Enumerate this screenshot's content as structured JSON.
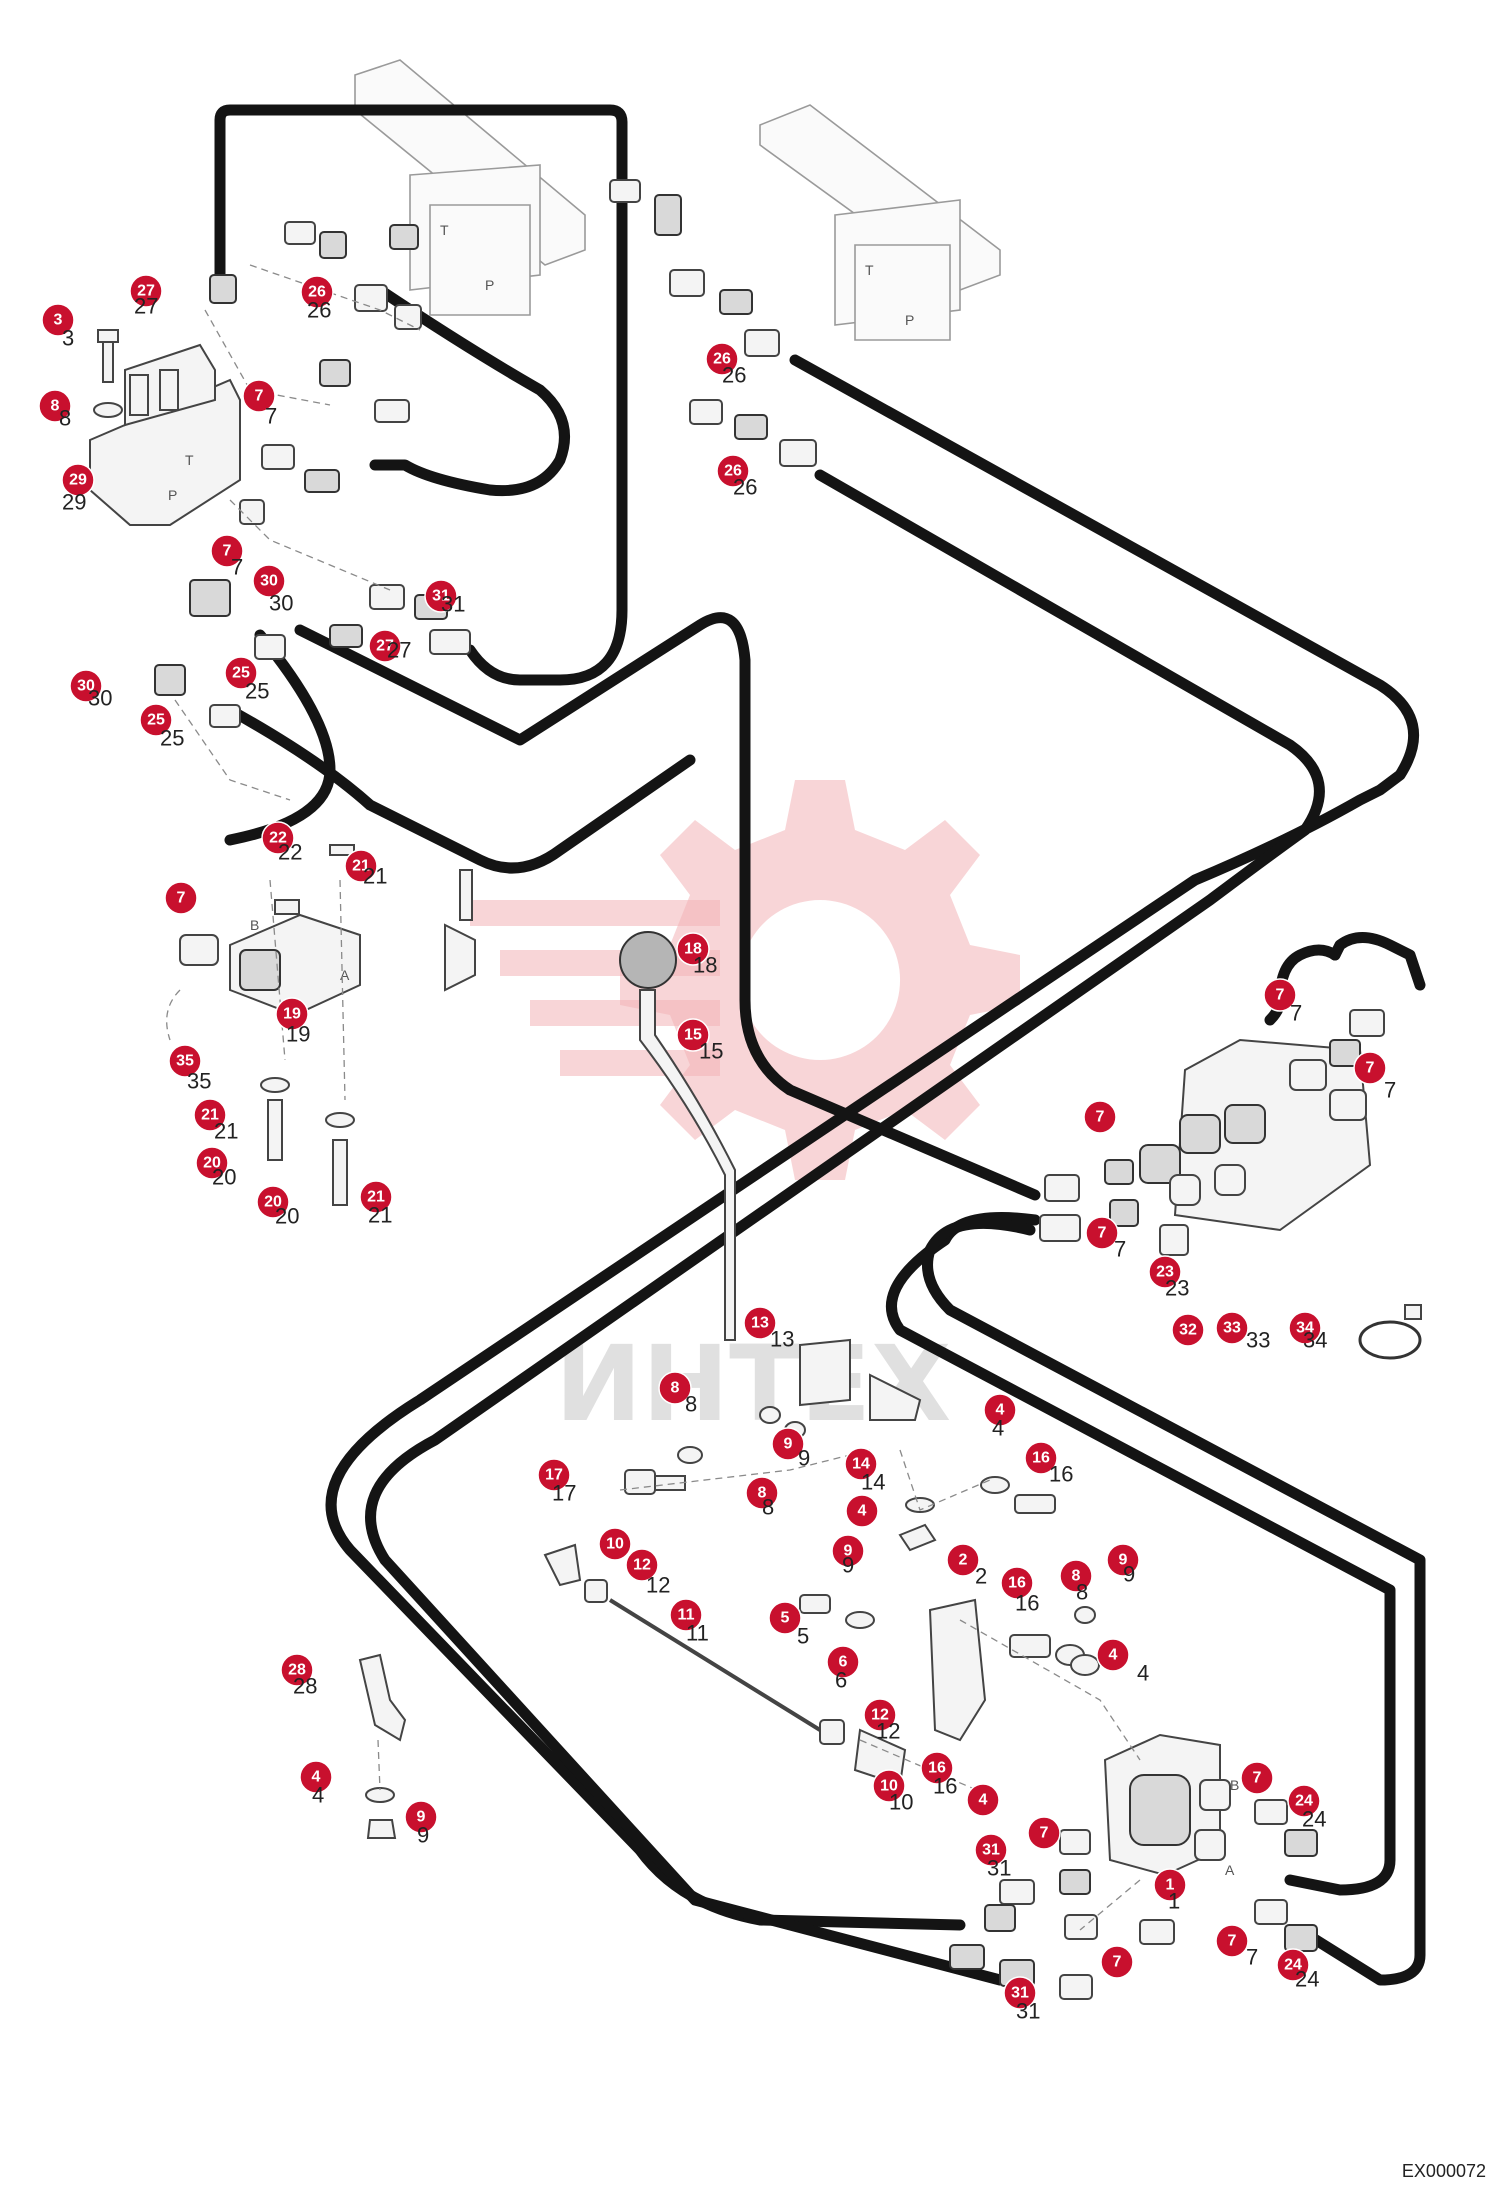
{
  "diagram_code": "EX000072",
  "watermark": {
    "text": "ИНТЕХ",
    "color": "#f3b3b7"
  },
  "callout_color": "#c8102e",
  "port_letters": [
    "T",
    "P",
    "T",
    "P",
    "T",
    "P",
    "B",
    "A",
    "B",
    "A"
  ],
  "callouts": [
    {
      "num": "27",
      "label": "27"
    },
    {
      "num": "26",
      "label": "26"
    },
    {
      "num": "3",
      "label": "3"
    },
    {
      "num": "7",
      "label": "7"
    },
    {
      "num": "8",
      "label": "8"
    },
    {
      "num": "29",
      "label": "29"
    },
    {
      "num": "26",
      "label": "26"
    },
    {
      "num": "26",
      "label": "26"
    },
    {
      "num": "7",
      "label": "7"
    },
    {
      "num": "30",
      "label": "30"
    },
    {
      "num": "31",
      "label": "31"
    },
    {
      "num": "27",
      "label": "27"
    },
    {
      "num": "30",
      "label": "30"
    },
    {
      "num": "25",
      "label": "25"
    },
    {
      "num": "25",
      "label": "25"
    },
    {
      "num": "22",
      "label": "22"
    },
    {
      "num": "21",
      "label": "21"
    },
    {
      "num": "7",
      "label": "7"
    },
    {
      "num": "19",
      "label": "19"
    },
    {
      "num": "35",
      "label": "35"
    },
    {
      "num": "21",
      "label": "21"
    },
    {
      "num": "20",
      "label": "20"
    },
    {
      "num": "20",
      "label": "20"
    },
    {
      "num": "21",
      "label": "21"
    },
    {
      "num": "18",
      "label": "18"
    },
    {
      "num": "15",
      "label": "15"
    },
    {
      "num": "7",
      "label": "7"
    },
    {
      "num": "7",
      "label": "7"
    },
    {
      "num": "7",
      "label": "7"
    },
    {
      "num": "7",
      "label": "7"
    },
    {
      "num": "23",
      "label": "23"
    },
    {
      "num": "32",
      "label": "32"
    },
    {
      "num": "33",
      "label": "33"
    },
    {
      "num": "34",
      "label": "34"
    },
    {
      "num": "13",
      "label": "13"
    },
    {
      "num": "8",
      "label": "8"
    },
    {
      "num": "9",
      "label": "9"
    },
    {
      "num": "8",
      "label": "8"
    },
    {
      "num": "14",
      "label": "14"
    },
    {
      "num": "4",
      "label": "4"
    },
    {
      "num": "16",
      "label": "16"
    },
    {
      "num": "17",
      "label": "17"
    },
    {
      "num": "4",
      "label": "4"
    },
    {
      "num": "9",
      "label": "9"
    },
    {
      "num": "10",
      "label": "10"
    },
    {
      "num": "12",
      "label": "12"
    },
    {
      "num": "11",
      "label": "11"
    },
    {
      "num": "2",
      "label": "2"
    },
    {
      "num": "16",
      "label": "16"
    },
    {
      "num": "8",
      "label": "8"
    },
    {
      "num": "9",
      "label": "9"
    },
    {
      "num": "5",
      "label": "5"
    },
    {
      "num": "6",
      "label": "6"
    },
    {
      "num": "4",
      "label": "4"
    },
    {
      "num": "12",
      "label": "12"
    },
    {
      "num": "10",
      "label": "10"
    },
    {
      "num": "16",
      "label": "16"
    },
    {
      "num": "28",
      "label": "28"
    },
    {
      "num": "4",
      "label": "4"
    },
    {
      "num": "9",
      "label": "9"
    },
    {
      "num": "4",
      "label": "4"
    },
    {
      "num": "7",
      "label": "7"
    },
    {
      "num": "31",
      "label": "31"
    },
    {
      "num": "7",
      "label": "7"
    },
    {
      "num": "24",
      "label": "24"
    },
    {
      "num": "1",
      "label": "1"
    },
    {
      "num": "7",
      "label": "7"
    },
    {
      "num": "24",
      "label": "24"
    },
    {
      "num": "7",
      "label": "7"
    },
    {
      "num": "31",
      "label": "31"
    }
  ]
}
